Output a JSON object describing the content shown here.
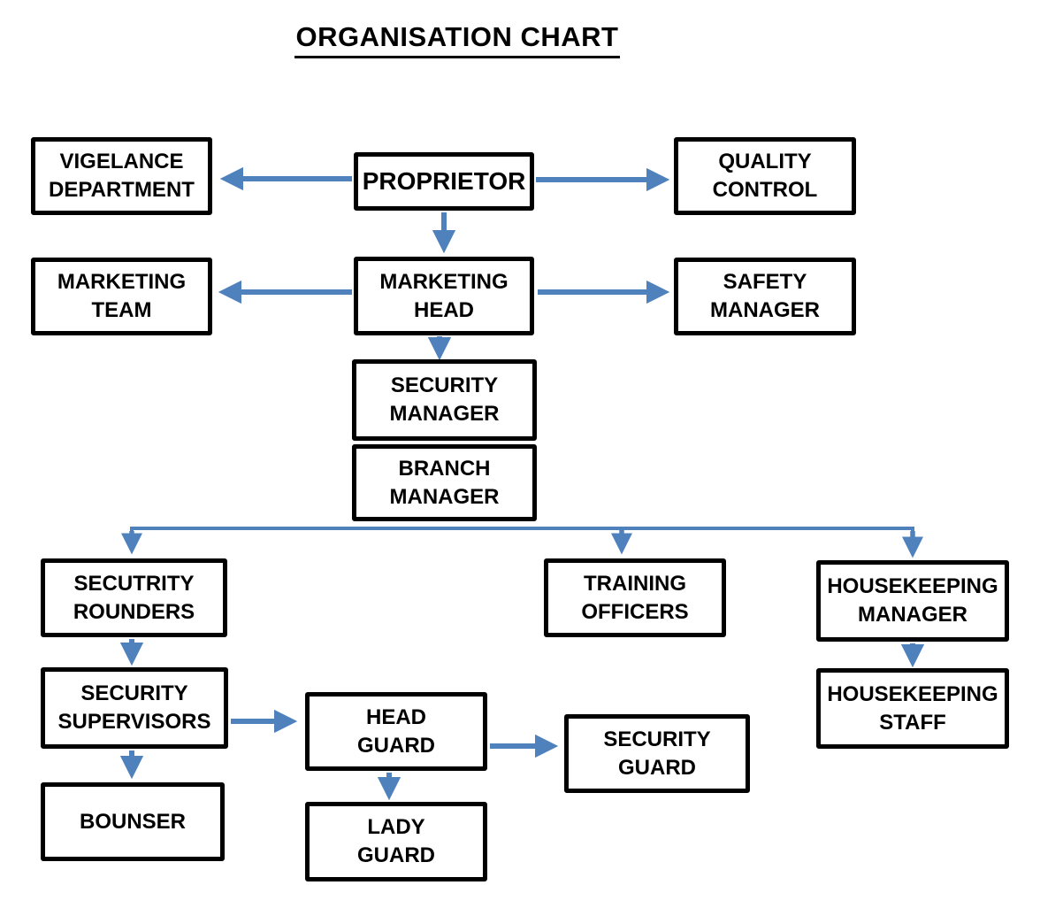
{
  "title": "ORGANISATION CHART",
  "colors": {
    "arrow": "#4f81bd",
    "box_border": "#000000",
    "box_fill": "#ffffff",
    "text": "#000000",
    "background": "#ffffff"
  },
  "nodes": [
    {
      "id": "vigelance-department",
      "label": "VIGELANCE\nDEPARTMENT"
    },
    {
      "id": "proprietor",
      "label": "PROPRIETOR"
    },
    {
      "id": "quality-control",
      "label": "QUALITY\nCONTROL"
    },
    {
      "id": "marketing-team",
      "label": "MARKETING\nTEAM"
    },
    {
      "id": "marketing-head",
      "label": "MARKETING\nHEAD"
    },
    {
      "id": "safety-manager",
      "label": "SAFETY\nMANAGER"
    },
    {
      "id": "security-manager",
      "label": "SECURITY\nMANAGER"
    },
    {
      "id": "branch-manager",
      "label": "BRANCH\nMANAGER"
    },
    {
      "id": "secutrity-rounders",
      "label": "SECUTRITY\nROUNDERS"
    },
    {
      "id": "training-officers",
      "label": "TRAINING\nOFFICERS"
    },
    {
      "id": "housekeeping-manager",
      "label": "HOUSEKEEPING\nMANAGER"
    },
    {
      "id": "housekeeping-staff",
      "label": "HOUSEKEEPING\nSTAFF"
    },
    {
      "id": "security-supervisors",
      "label": "SECURITY\nSUPERVISORS"
    },
    {
      "id": "bounser",
      "label": "BOUNSER"
    },
    {
      "id": "head-guard",
      "label": "HEAD\nGUARD"
    },
    {
      "id": "security-guard",
      "label": "SECURITY\nGUARD"
    },
    {
      "id": "lady-guard",
      "label": "LADY\nGUARD"
    }
  ],
  "edges": [
    {
      "from": "PROPRIETOR",
      "to": "VIGELANCE DEPARTMENT"
    },
    {
      "from": "PROPRIETOR",
      "to": "QUALITY CONTROL"
    },
    {
      "from": "PROPRIETOR",
      "to": "MARKETING HEAD"
    },
    {
      "from": "MARKETING HEAD",
      "to": "MARKETING TEAM"
    },
    {
      "from": "MARKETING HEAD",
      "to": "SAFETY MANAGER"
    },
    {
      "from": "MARKETING HEAD",
      "to": "SECURITY MANAGER"
    },
    {
      "from": "BRANCH MANAGER",
      "to": "SECUTRITY ROUNDERS"
    },
    {
      "from": "BRANCH MANAGER",
      "to": "TRAINING OFFICERS"
    },
    {
      "from": "BRANCH MANAGER",
      "to": "HOUSEKEEPING MANAGER"
    },
    {
      "from": "SECUTRITY ROUNDERS",
      "to": "SECURITY SUPERVISORS"
    },
    {
      "from": "SECURITY SUPERVISORS",
      "to": "HEAD GUARD"
    },
    {
      "from": "SECURITY SUPERVISORS",
      "to": "BOUNSER"
    },
    {
      "from": "HEAD GUARD",
      "to": "SECURITY GUARD"
    },
    {
      "from": "HEAD GUARD",
      "to": "LADY GUARD"
    },
    {
      "from": "HOUSEKEEPING MANAGER",
      "to": "HOUSEKEEPING STAFF"
    }
  ]
}
